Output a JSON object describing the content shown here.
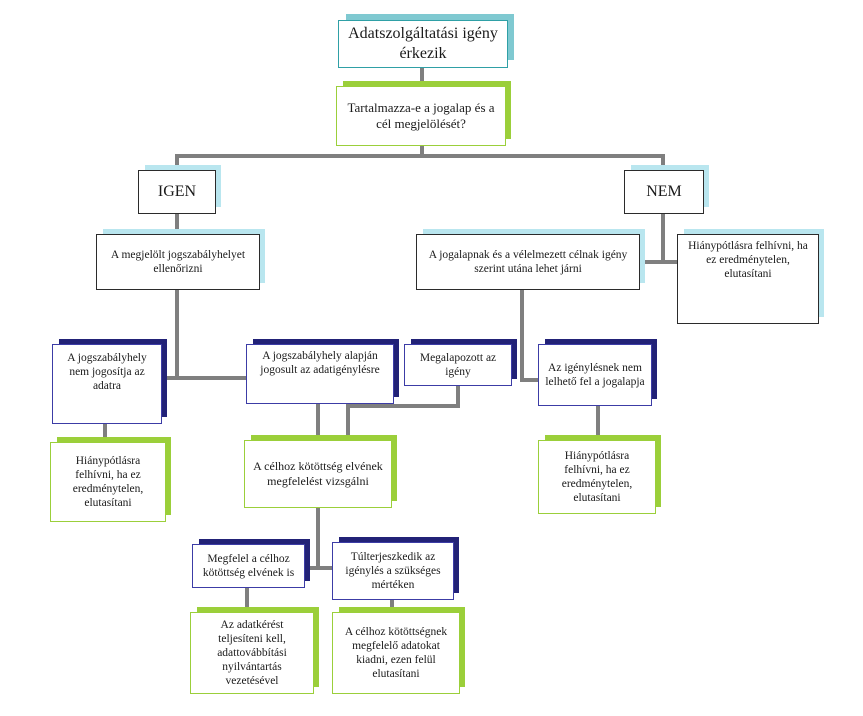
{
  "nodes": {
    "start": "Adatszolgáltatási igény érkezik",
    "question": "Tartalmazza-e a jogalap és a cél megjelölését?",
    "igen": "IGEN",
    "nem": "NEM",
    "check_legal": "A megjelölt jogszabályhelyet ellenőrizni",
    "investigate": "A jogalapnak és a vélelmezett célnak igény szerint utána lehet járni",
    "nem_missing": "Hiánypótlásra felhívni, ha ez eredménytelen, elutasítani",
    "not_entitled": "A jogszabályhely nem jogosítja az adatra",
    "entitled": "A jogszabályhely alapján jogosult az adatigénylésre",
    "founded": "Megalapozott az igény",
    "no_basis": "Az igénylésnek nem lelhető fel a jogalapja",
    "left_missing": "Hiánypótlásra felhívni, ha ez eredménytelen, elutasítani",
    "purpose_check": "A célhoz kötöttség elvének megfelelést vizsgálni",
    "right_missing": "Hiánypótlásra felhívni, ha ez eredménytelen, elutasítani",
    "complies": "Megfelel a célhoz kötöttség elvének is",
    "exceeds": "Túlterjeszkedik az igénylés a szükséges mértéken",
    "fulfill": "Az adatkérést teljesíteni kell, adattovábbítási nyilvántartás vezetésével",
    "partial": "A célhoz kötöttségnek megfelelő adatokat kiadni, ezen felül elutasítani"
  },
  "colors": {
    "connector": "#7f7f7f",
    "teal": "#2fa0a6",
    "green": "#9bcf3a",
    "navy": "#222277",
    "light_blue": "#b9e6ef"
  }
}
